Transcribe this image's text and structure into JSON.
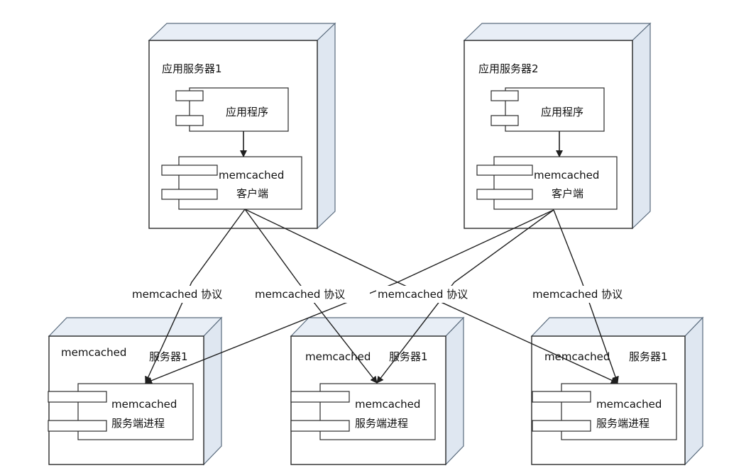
{
  "colors": {
    "node_face": "#ffffff",
    "node_side": "#e8eef6",
    "node_outline": "#5a6b7d",
    "line": "#1f1f1f",
    "text": "#111111"
  },
  "app_servers": [
    {
      "title": "应用服务器1",
      "program_label": "应用程序",
      "client_label_line1": "memcached",
      "client_label_line2": "客户端"
    },
    {
      "title": "应用服务器2",
      "program_label": "应用程序",
      "client_label_line1": "memcached",
      "client_label_line2": "客户端"
    }
  ],
  "protocol_labels": [
    "memcached  协议",
    "memcached  协议",
    "memcached  协议",
    "memcached  协议"
  ],
  "memcached_servers": [
    {
      "title_part1": "memcached",
      "title_part2": "服务器1",
      "process_line1": "memcached",
      "process_line2": "服务端进程"
    },
    {
      "title_part1": "memcached",
      "title_part2": "服务器1",
      "process_line1": "memcached",
      "process_line2": "服务端进程"
    },
    {
      "title_part1": "memcached",
      "title_part2": "服务器1",
      "process_line1": "memcached",
      "process_line2": "服务端进程"
    }
  ]
}
